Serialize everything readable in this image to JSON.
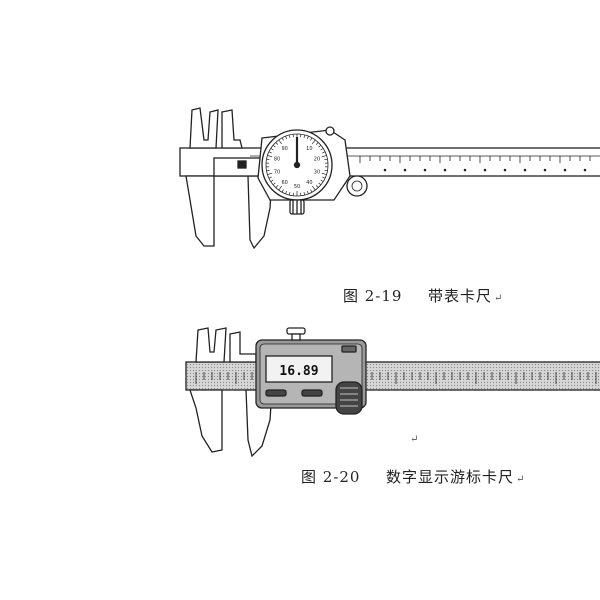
{
  "figures": [
    {
      "caption_number": "图 2-19",
      "caption_title": "带表卡尺",
      "dial_numbers": [
        "90",
        "10",
        "80",
        "20",
        "70",
        "30",
        "60",
        "40",
        "50"
      ]
    },
    {
      "caption_number": "图 2-20",
      "caption_title": "数字显示游标卡尺",
      "lcd_value": "16.89"
    }
  ],
  "return_mark": "↵"
}
